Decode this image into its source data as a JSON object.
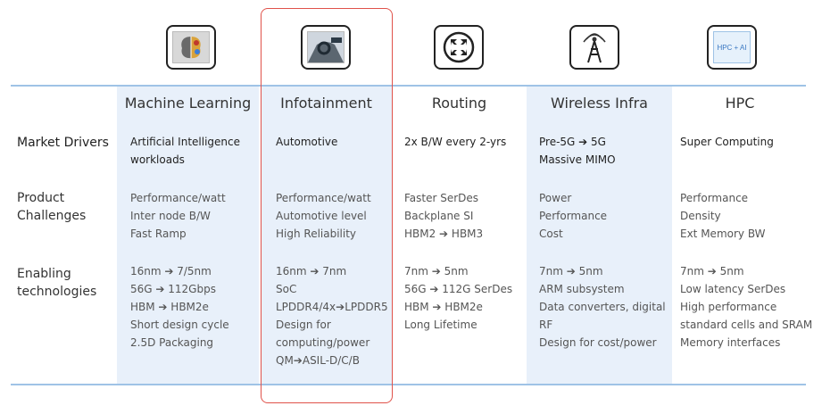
{
  "top_cut_text": "",
  "columns": [
    {
      "header": "Machine Learning",
      "icon": "brain-chip-icon"
    },
    {
      "header": "Infotainment",
      "icon": "car-interior-icon"
    },
    {
      "header": "Routing",
      "icon": "routing-arrows-icon"
    },
    {
      "header": "Wireless Infra",
      "icon": "radio-tower-icon"
    },
    {
      "header": "HPC",
      "icon": "hpc-ai-icon",
      "icon_text": "HPC + AI"
    }
  ],
  "rows": {
    "market_drivers": {
      "label": "Market Drivers",
      "cells": [
        [
          "Artificial Intelligence",
          "workloads"
        ],
        [
          "Automotive"
        ],
        [
          "2x B/W every 2-yrs"
        ],
        [
          "Pre-5G ➔ 5G",
          "Massive MIMO"
        ],
        [
          "Super Computing"
        ]
      ]
    },
    "product_challenges": {
      "label_lines": [
        "Product",
        "Challenges"
      ],
      "cells": [
        [
          "Performance/watt",
          "Inter node B/W",
          "Fast Ramp"
        ],
        [
          "Performance/watt",
          "Automotive level",
          "High Reliability"
        ],
        [
          "Faster SerDes",
          "Backplane SI",
          "HBM2 ➔ HBM3"
        ],
        [
          "Power",
          "Performance",
          "Cost"
        ],
        [
          "Performance",
          "Density",
          "Ext Memory BW"
        ]
      ]
    },
    "enabling_technologies": {
      "label_lines": [
        "Enabling",
        "technologies"
      ],
      "cells": [
        [
          "16nm ➔ 7/5nm",
          "56G ➔ 112Gbps",
          "HBM ➔ HBM2e",
          "Short design cycle",
          "2.5D Packaging"
        ],
        [
          "16nm ➔ 7nm",
          "SoC",
          "LPDDR4/4x➔LPDDR5",
          "Design for",
          "computing/power",
          "QM➔ASIL-D/C/B"
        ],
        [
          "7nm ➔ 5nm",
          "56G ➔ 112G SerDes",
          "HBM ➔ HBM2e",
          "Long Lifetime"
        ],
        [
          "7nm ➔ 5nm",
          "ARM subsystem",
          "Data converters, digital",
          "RF",
          "Design for cost/power"
        ],
        [
          "7nm ➔ 5nm",
          "Low latency SerDes",
          "High performance",
          "standard cells and SRAM",
          "Memory interfaces"
        ]
      ]
    }
  }
}
